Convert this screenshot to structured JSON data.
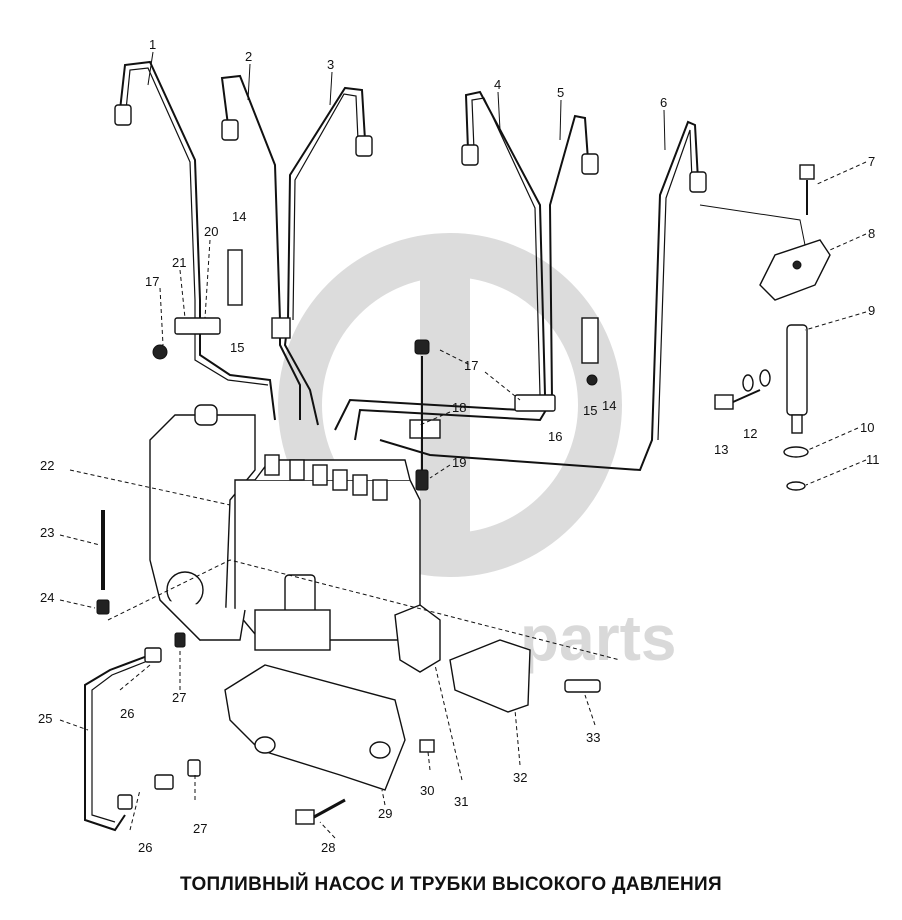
{
  "caption": "ТОПЛИВНЫЙ НАСОС И ТРУБКИ ВЫСОКОГО ДАВЛЕНИЯ",
  "watermark": {
    "text": "parts",
    "color": "#d9d9d9"
  },
  "callouts": [
    "1",
    "2",
    "3",
    "4",
    "5",
    "6",
    "7",
    "8",
    "9",
    "10",
    "11",
    "12",
    "13",
    "14",
    "14",
    "15",
    "15",
    "16",
    "17",
    "17",
    "18",
    "19",
    "20",
    "21",
    "22",
    "23",
    "24",
    "25",
    "26",
    "26",
    "27",
    "27",
    "28",
    "29",
    "30",
    "31",
    "32",
    "33"
  ]
}
